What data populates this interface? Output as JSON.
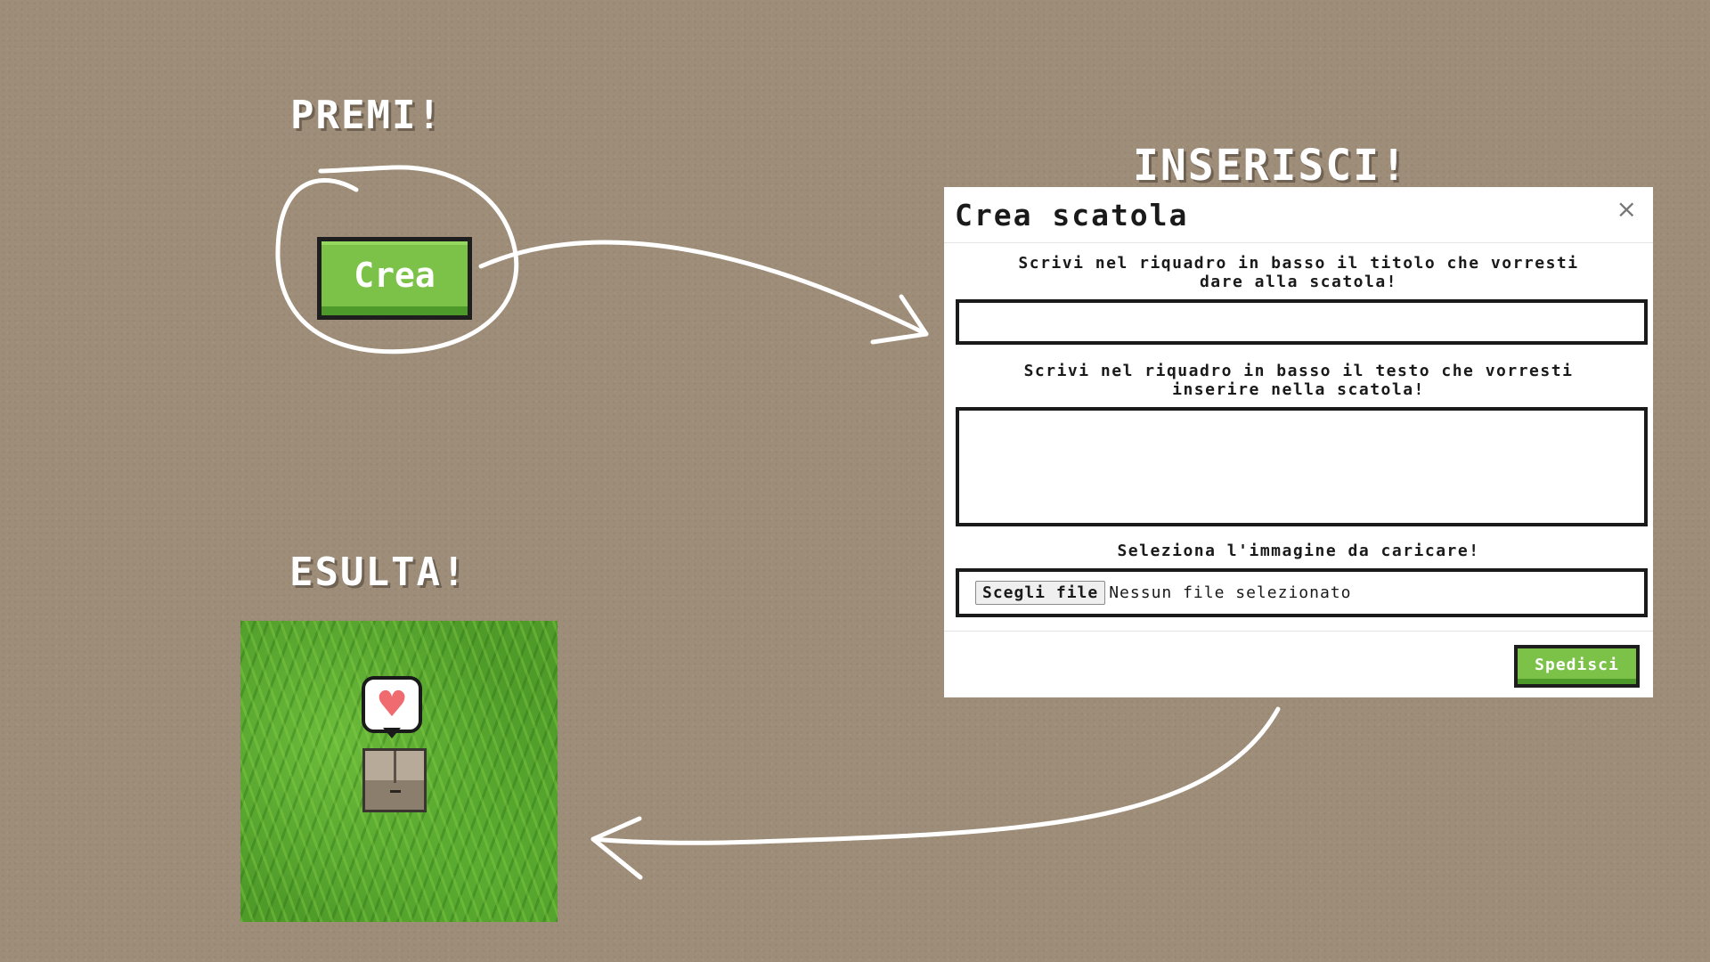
{
  "headings": {
    "press": "PREMI!",
    "insert": "INSERISCI!",
    "cheer": "ESULTA!"
  },
  "create_button": {
    "label": "Crea"
  },
  "modal": {
    "title": "Crea scatola",
    "close_glyph": "×",
    "title_label": "Scrivi nel riquadro in basso il titolo che vorresti\ndare alla scatola!",
    "title_value": "",
    "text_label": "Scrivi nel riquadro in basso il testo che vorresti\ninserire nella scatola!",
    "text_value": "",
    "image_label": "Seleziona l'immagine da caricare!",
    "file_button": "Scegli file",
    "file_status": "Nessun file selezionato",
    "submit_label": "Spedisci"
  },
  "scene": {
    "heart_glyph": "♥",
    "bubble_icon": "heart-icon",
    "object_icon": "box-icon"
  },
  "colors": {
    "background": "#9e8d78",
    "button_green": "#7cc249",
    "heart": "#ef6b70"
  }
}
